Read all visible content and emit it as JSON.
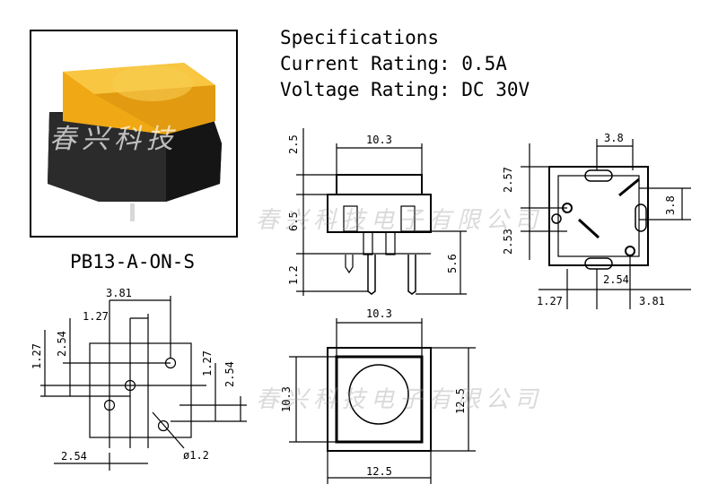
{
  "specs": {
    "heading": "Specifications",
    "current": "Current Rating: 0.5A",
    "voltage": "Voltage Rating: DC 30V"
  },
  "part_number": "PB13-A-ON-S",
  "watermark": "春兴科技电子有限公司",
  "photo_watermark": "春兴科技",
  "colors": {
    "cap": "#f5b21e",
    "cap_top": "#f8c640",
    "body": "#1f1f1f",
    "line": "#000000"
  },
  "dims": {
    "side": {
      "width": "10.3",
      "cap_h": "2.5",
      "body_h": "6.5",
      "pin_h": "1.2",
      "pin_len": "5.6"
    },
    "top": {
      "width": "10.3",
      "outer_w": "12.5",
      "height": "10.3",
      "outer_h": "12.5"
    },
    "bottom": {
      "top": "3.8",
      "left_top": "2.57",
      "left_bot": "2.53",
      "right": "3.8",
      "b_left": "1.27",
      "b_mid": "2.54",
      "b_right": "3.81"
    },
    "pcb": {
      "top": "3.81",
      "mid": "1.27",
      "left_v": "2.54",
      "left_v2": "1.27",
      "right_v": "1.27",
      "right_v2": "2.54",
      "bottom": "2.54",
      "hole": "ø1.2"
    }
  }
}
